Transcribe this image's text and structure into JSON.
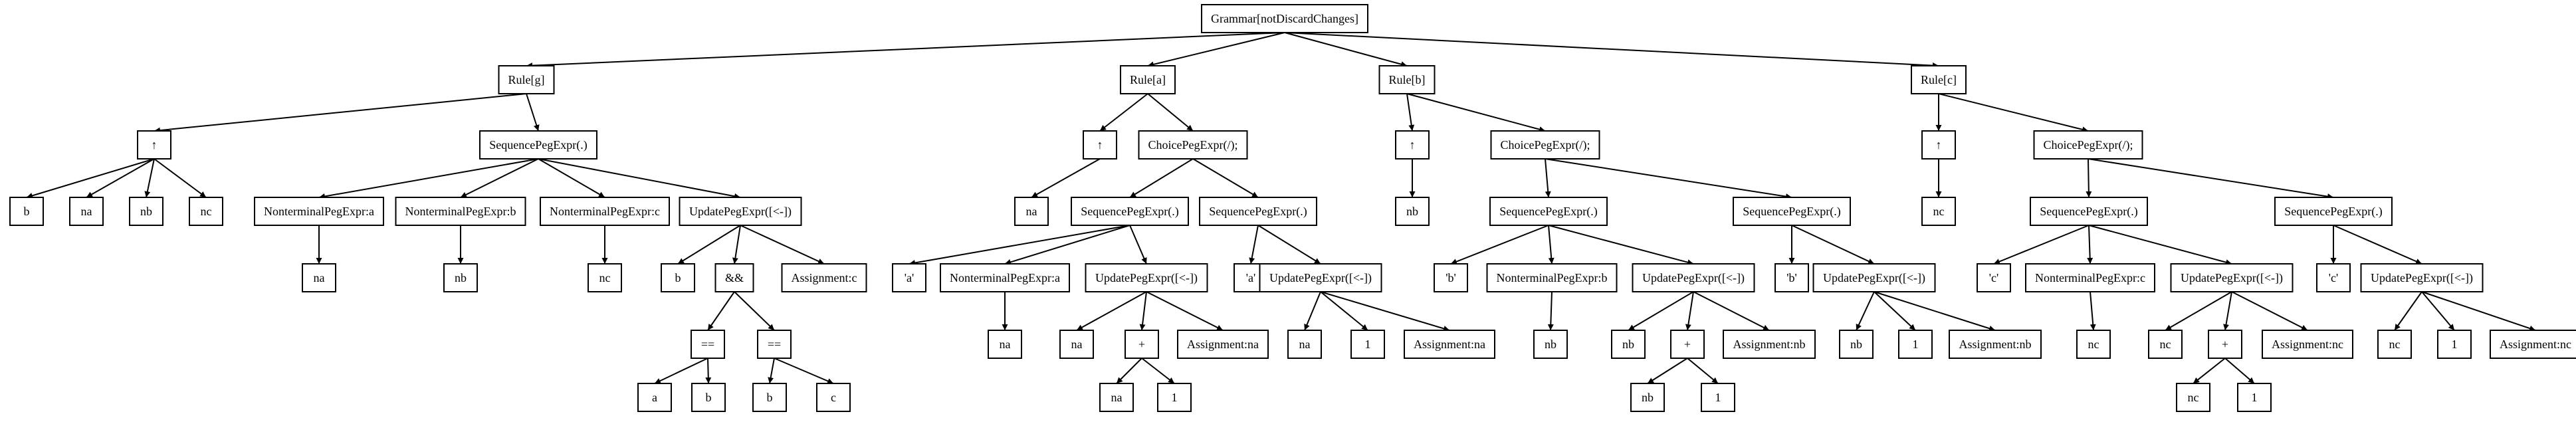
{
  "diagram": {
    "type": "tree",
    "nodes": [
      {
        "id": "root",
        "label": "Grammar[notDiscardChanges]"
      },
      {
        "id": "rg",
        "label": "Rule[g]",
        "parent": "root"
      },
      {
        "id": "ra",
        "label": "Rule[a]",
        "parent": "root"
      },
      {
        "id": "rb",
        "label": "Rule[b]",
        "parent": "root"
      },
      {
        "id": "rc",
        "label": "Rule[c]",
        "parent": "root"
      },
      {
        "id": "g_up",
        "label": "↑",
        "parent": "rg"
      },
      {
        "id": "g_b",
        "label": "b",
        "parent": "g_up"
      },
      {
        "id": "g_na",
        "label": "na",
        "parent": "g_up"
      },
      {
        "id": "g_nb",
        "label": "nb",
        "parent": "g_up"
      },
      {
        "id": "g_nc",
        "label": "nc",
        "parent": "g_up"
      },
      {
        "id": "g_seq",
        "label": "SequencePegExpr(.)",
        "parent": "rg"
      },
      {
        "id": "g_nta",
        "label": "NonterminalPegExpr:a",
        "parent": "g_seq"
      },
      {
        "id": "g_nta_na",
        "label": "na",
        "parent": "g_nta"
      },
      {
        "id": "g_ntb",
        "label": "NonterminalPegExpr:b",
        "parent": "g_seq"
      },
      {
        "id": "g_ntb_nb",
        "label": "nb",
        "parent": "g_ntb"
      },
      {
        "id": "g_ntc",
        "label": "NonterminalPegExpr:c",
        "parent": "g_seq"
      },
      {
        "id": "g_ntc_nc",
        "label": "nc",
        "parent": "g_ntc"
      },
      {
        "id": "g_upd",
        "label": "UpdatePegExpr([<-])",
        "parent": "g_seq"
      },
      {
        "id": "g_upd_b",
        "label": "b",
        "parent": "g_upd"
      },
      {
        "id": "g_and",
        "label": "&&",
        "parent": "g_upd"
      },
      {
        "id": "g_eq1",
        "label": "==",
        "parent": "g_and"
      },
      {
        "id": "g_eq1_a",
        "label": "a",
        "parent": "g_eq1"
      },
      {
        "id": "g_eq1_b",
        "label": "b",
        "parent": "g_eq1"
      },
      {
        "id": "g_eq2",
        "label": "==",
        "parent": "g_and"
      },
      {
        "id": "g_eq2_b",
        "label": "b",
        "parent": "g_eq2"
      },
      {
        "id": "g_eq2_c",
        "label": "c",
        "parent": "g_eq2"
      },
      {
        "id": "g_asg",
        "label": "Assignment:c",
        "parent": "g_upd"
      },
      {
        "id": "a_up",
        "label": "↑",
        "parent": "ra"
      },
      {
        "id": "a_up_na",
        "label": "na",
        "parent": "a_up"
      },
      {
        "id": "a_ch",
        "label": "ChoicePegExpr(/);",
        "parent": "ra"
      },
      {
        "id": "a_seq1",
        "label": "SequencePegExpr(.)",
        "parent": "a_ch"
      },
      {
        "id": "a_s1_lit",
        "label": "'a'",
        "parent": "a_seq1"
      },
      {
        "id": "a_s1_nt",
        "label": "NonterminalPegExpr:a",
        "parent": "a_seq1"
      },
      {
        "id": "a_s1_nt_na",
        "label": "na",
        "parent": "a_s1_nt"
      },
      {
        "id": "a_s1_upd",
        "label": "UpdatePegExpr([<-])",
        "parent": "a_seq1"
      },
      {
        "id": "a_s1_upd_na",
        "label": "na",
        "parent": "a_s1_upd"
      },
      {
        "id": "a_s1_plus",
        "label": "+",
        "parent": "a_s1_upd"
      },
      {
        "id": "a_s1_plus_na",
        "label": "na",
        "parent": "a_s1_plus"
      },
      {
        "id": "a_s1_plus_1",
        "label": "1",
        "parent": "a_s1_plus"
      },
      {
        "id": "a_s1_asg",
        "label": "Assignment:na",
        "parent": "a_s1_upd"
      },
      {
        "id": "a_seq2",
        "label": "SequencePegExpr(.)",
        "parent": "a_ch"
      },
      {
        "id": "a_s2_lit",
        "label": "'a'",
        "parent": "a_seq2"
      },
      {
        "id": "a_s2_upd",
        "label": "UpdatePegExpr([<-])",
        "parent": "a_seq2"
      },
      {
        "id": "a_s2_upd_na",
        "label": "na",
        "parent": "a_s2_upd"
      },
      {
        "id": "a_s2_upd_1",
        "label": "1",
        "parent": "a_s2_upd"
      },
      {
        "id": "a_s2_asg",
        "label": "Assignment:na",
        "parent": "a_s2_upd"
      },
      {
        "id": "b_up",
        "label": "↑",
        "parent": "rb"
      },
      {
        "id": "b_up_nb",
        "label": "nb",
        "parent": "b_up"
      },
      {
        "id": "b_ch",
        "label": "ChoicePegExpr(/);",
        "parent": "rb"
      },
      {
        "id": "b_seq1",
        "label": "SequencePegExpr(.)",
        "parent": "b_ch"
      },
      {
        "id": "b_s1_lit",
        "label": "'b'",
        "parent": "b_seq1"
      },
      {
        "id": "b_s1_nt",
        "label": "NonterminalPegExpr:b",
        "parent": "b_seq1"
      },
      {
        "id": "b_s1_nt_nb",
        "label": "nb",
        "parent": "b_s1_nt"
      },
      {
        "id": "b_s1_upd",
        "label": "UpdatePegExpr([<-])",
        "parent": "b_seq1"
      },
      {
        "id": "b_s1_upd_nb",
        "label": "nb",
        "parent": "b_s1_upd"
      },
      {
        "id": "b_s1_plus",
        "label": "+",
        "parent": "b_s1_upd"
      },
      {
        "id": "b_s1_plus_nb",
        "label": "nb",
        "parent": "b_s1_plus"
      },
      {
        "id": "b_s1_plus_1",
        "label": "1",
        "parent": "b_s1_plus"
      },
      {
        "id": "b_s1_asg",
        "label": "Assignment:nb",
        "parent": "b_s1_upd"
      },
      {
        "id": "b_seq2",
        "label": "SequencePegExpr(.)",
        "parent": "b_ch"
      },
      {
        "id": "b_s2_lit",
        "label": "'b'",
        "parent": "b_seq2"
      },
      {
        "id": "b_s2_upd",
        "label": "UpdatePegExpr([<-])",
        "parent": "b_seq2"
      },
      {
        "id": "b_s2_upd_nb",
        "label": "nb",
        "parent": "b_s2_upd"
      },
      {
        "id": "b_s2_upd_1",
        "label": "1",
        "parent": "b_s2_upd"
      },
      {
        "id": "b_s2_asg",
        "label": "Assignment:nb",
        "parent": "b_s2_upd"
      },
      {
        "id": "c_up",
        "label": "↑",
        "parent": "rc"
      },
      {
        "id": "c_up_nc",
        "label": "nc",
        "parent": "c_up"
      },
      {
        "id": "c_ch",
        "label": "ChoicePegExpr(/);",
        "parent": "rc"
      },
      {
        "id": "c_seq1",
        "label": "SequencePegExpr(.)",
        "parent": "c_ch"
      },
      {
        "id": "c_s1_lit",
        "label": "'c'",
        "parent": "c_seq1"
      },
      {
        "id": "c_s1_nt",
        "label": "NonterminalPegExpr:c",
        "parent": "c_seq1"
      },
      {
        "id": "c_s1_nt_nc",
        "label": "nc",
        "parent": "c_s1_nt"
      },
      {
        "id": "c_s1_upd",
        "label": "UpdatePegExpr([<-])",
        "parent": "c_seq1"
      },
      {
        "id": "c_s1_upd_nc",
        "label": "nc",
        "parent": "c_s1_upd"
      },
      {
        "id": "c_s1_plus",
        "label": "+",
        "parent": "c_s1_upd"
      },
      {
        "id": "c_s1_plus_nc",
        "label": "nc",
        "parent": "c_s1_plus"
      },
      {
        "id": "c_s1_plus_1",
        "label": "1",
        "parent": "c_s1_plus"
      },
      {
        "id": "c_s1_asg",
        "label": "Assignment:nc",
        "parent": "c_s1_upd"
      },
      {
        "id": "c_seq2",
        "label": "SequencePegExpr(.)",
        "parent": "c_ch"
      },
      {
        "id": "c_s2_lit",
        "label": "'c'",
        "parent": "c_seq2"
      },
      {
        "id": "c_s2_upd",
        "label": "UpdatePegExpr([<-])",
        "parent": "c_seq2"
      },
      {
        "id": "c_s2_upd_nc",
        "label": "nc",
        "parent": "c_s2_upd"
      },
      {
        "id": "c_s2_upd_1",
        "label": "1",
        "parent": "c_s2_upd"
      },
      {
        "id": "c_s2_asg",
        "label": "Assignment:nc",
        "parent": "c_s2_upd"
      }
    ]
  }
}
